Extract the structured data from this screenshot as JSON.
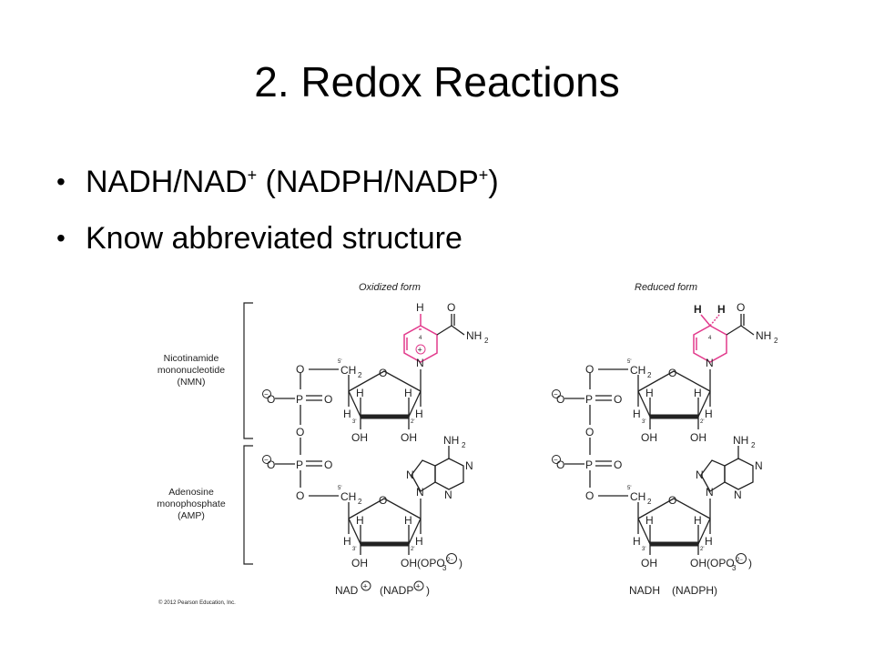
{
  "slide": {
    "title": "2.  Redox Reactions",
    "bullets": [
      {
        "text": "NADH/NAD",
        "sup": "+",
        "text2": "  (NADPH/NADP",
        "sup2": "+",
        "text3": ")"
      },
      {
        "text": "Know abbreviated structure"
      }
    ]
  },
  "figure": {
    "oxidized_label": "Oxidized form",
    "reduced_label": "Reduced form",
    "bracket_nmn": [
      "Nicotinamide",
      "mononucleotide",
      "(NMN)"
    ],
    "bracket_amp": [
      "Adenosine",
      "monophosphate",
      "(AMP)"
    ],
    "copyright": "© 2012 Pearson Education, Inc.",
    "caption_ox": "NAD",
    "caption_ox_paren": "(NADP",
    "caption_red": "NADH",
    "caption_red_paren": "(NADPH)",
    "colors": {
      "highlight": "#e23a8c",
      "ink": "#222222"
    },
    "atoms": {
      "H": "H",
      "N": "N",
      "O": "O",
      "P": "P",
      "OH": "OH",
      "NH2": "NH",
      "sub2": "2",
      "CH2": "CH",
      "ring4": "4",
      "c5": "5'",
      "c3": "3'",
      "c2": "2'",
      "minus": "−",
      "plus": "+",
      "opo3": "OH(OPO",
      "sub3": "3",
      "charge2": "2−",
      "close": ")"
    }
  }
}
